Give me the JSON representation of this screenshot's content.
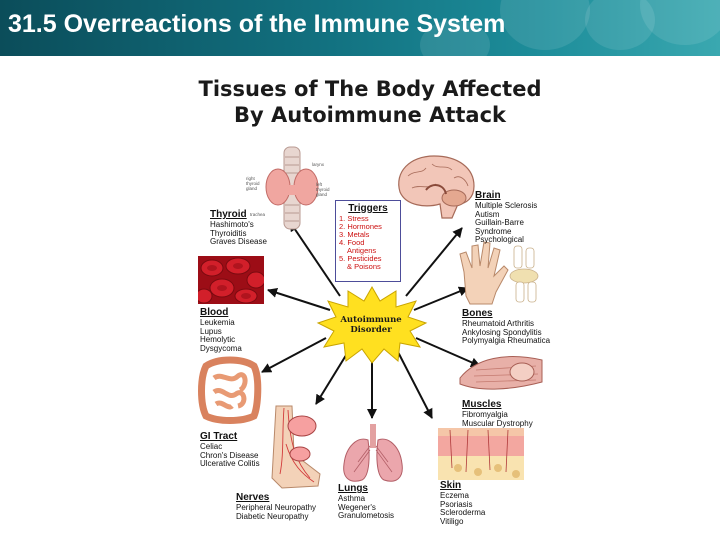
{
  "slide": {
    "title": "31.5 Overreactions of the Immune System"
  },
  "figure": {
    "title_line1": "Tissues of The Body Affected",
    "title_line2": "By Autoimmune Attack",
    "center": {
      "line1": "Autoimmune",
      "line2": "Disorder"
    },
    "triggers": {
      "heading": "Triggers",
      "items": [
        "1. Stress",
        "2. Hormones",
        "3. Metals",
        "4. Food",
        "Antigens",
        "5. Pesticides",
        "& Poisons"
      ]
    },
    "groups": {
      "thyroid": {
        "heading": "Thyroid",
        "items": [
          "Hashimoto's",
          "Thyroiditis",
          "Graves Disease"
        ]
      },
      "brain": {
        "heading": "Brain",
        "items": [
          "Multiple Sclerosis",
          "Autism",
          "Guillain-Barre",
          "Syndrome",
          "Psychological"
        ]
      },
      "blood": {
        "heading": "Blood",
        "items": [
          "Leukemia",
          "Lupus",
          "Hemolytic",
          "Dysgycoma"
        ]
      },
      "bones": {
        "heading": "Bones",
        "items": [
          "Rheumatoid Arthritis",
          "Ankylosing Spondylitis",
          "Polymyalgia Rheumatica"
        ]
      },
      "muscles": {
        "heading": "Muscles",
        "items": [
          "Fibromyalgia",
          "Muscular Dystrophy"
        ]
      },
      "gi": {
        "heading": "GI Tract",
        "items": [
          "Celiac",
          "Chron's Disease",
          "Ulcerative Colitis"
        ]
      },
      "nerves": {
        "heading": "Nerves",
        "items": [
          "Peripheral Neuropathy",
          "Diabetic Neuropathy"
        ]
      },
      "lungs": {
        "heading": "Lungs",
        "items": [
          "Asthma",
          "Wegener's",
          "Granulometosis"
        ]
      },
      "skin": {
        "heading": "Skin",
        "items": [
          "Eczema",
          "Psoriasis",
          "Scleroderma",
          "Vitiligo"
        ]
      }
    },
    "small_labels": {
      "larynx": "larynx",
      "right_thyroid": "right thyroid gland",
      "left_thyroid": "left thyroid gland",
      "trachea": "trachea"
    }
  },
  "colors": {
    "header_dark": "#0b4d5a",
    "header_light": "#3aa8b0",
    "trigger_text": "#cc1111",
    "starburst": "#ffe020",
    "arrow": "#111111"
  }
}
